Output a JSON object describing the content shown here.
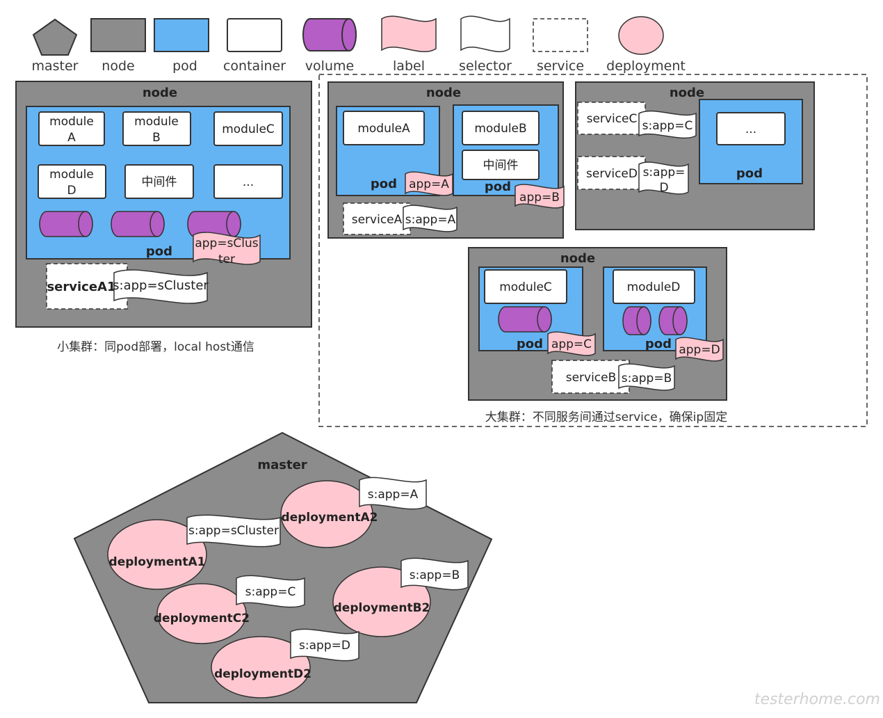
{
  "legend": {
    "master": "master",
    "node": "node",
    "pod": "pod",
    "container": "container",
    "volume": "volume",
    "label": "label",
    "selector": "selector",
    "service": "service",
    "deployment": "deployment"
  },
  "colors": {
    "node": "#8c8c8c",
    "pod": "#64b4f4",
    "container": "#ffffff",
    "volume": "#b55ec6",
    "label": "#ffc8d0",
    "deployment": "#ffc8d0",
    "master": "#8c8c8c"
  },
  "small_cluster": {
    "node_title": "node",
    "pod_title": "pod",
    "modules": {
      "a_line1": "module",
      "a_line2": "A",
      "b_line1": "module",
      "b_line2": "B",
      "c": "moduleC",
      "d_line1": "module",
      "d_line2": "D",
      "middleware": "中间件",
      "more": "..."
    },
    "pod_label_line1": "app=sClus",
    "pod_label_line2": "ter",
    "service": "serviceA1",
    "selector": "s:app=sCluster",
    "caption": "小集群：同pod部署，local host通信"
  },
  "large_cluster": {
    "caption": "大集群：不同服务间通过service，确保ip固定",
    "node1": {
      "title": "node",
      "pod_a_title": "pod",
      "module_a": "moduleA",
      "label_a": "app=A",
      "pod_b_title": "pod",
      "module_b": "moduleB",
      "middleware": "中间件",
      "label_b": "app=B",
      "service": "serviceA",
      "selector": "s:app=A"
    },
    "node2": {
      "title": "node",
      "service_c": "serviceC",
      "selector_c": "s:app=C",
      "service_d": "serviceD",
      "selector_d_line1": "s:app=",
      "selector_d_line2": "D",
      "pod_title": "pod",
      "module": "..."
    },
    "node3": {
      "title": "node",
      "module_c": "moduleC",
      "pod_c_title": "pod",
      "label_c": "app=C",
      "module_d": "moduleD",
      "pod_d_title": "pod",
      "label_d": "app=D",
      "service": "serviceB",
      "selector": "s:app=B"
    }
  },
  "master": {
    "title": "master",
    "deployments": {
      "a1": "deploymentA1",
      "a2": "deploymentA2",
      "b2": "deploymentB2",
      "c2": "deploymentC2",
      "d2": "deploymentD2"
    },
    "selectors": {
      "a1": "s:app=sCluster",
      "a2": "s:app=A",
      "b2": "s:app=B",
      "c2": "s:app=C",
      "d2": "s:app=D"
    }
  },
  "watermark": "testerhome.com"
}
